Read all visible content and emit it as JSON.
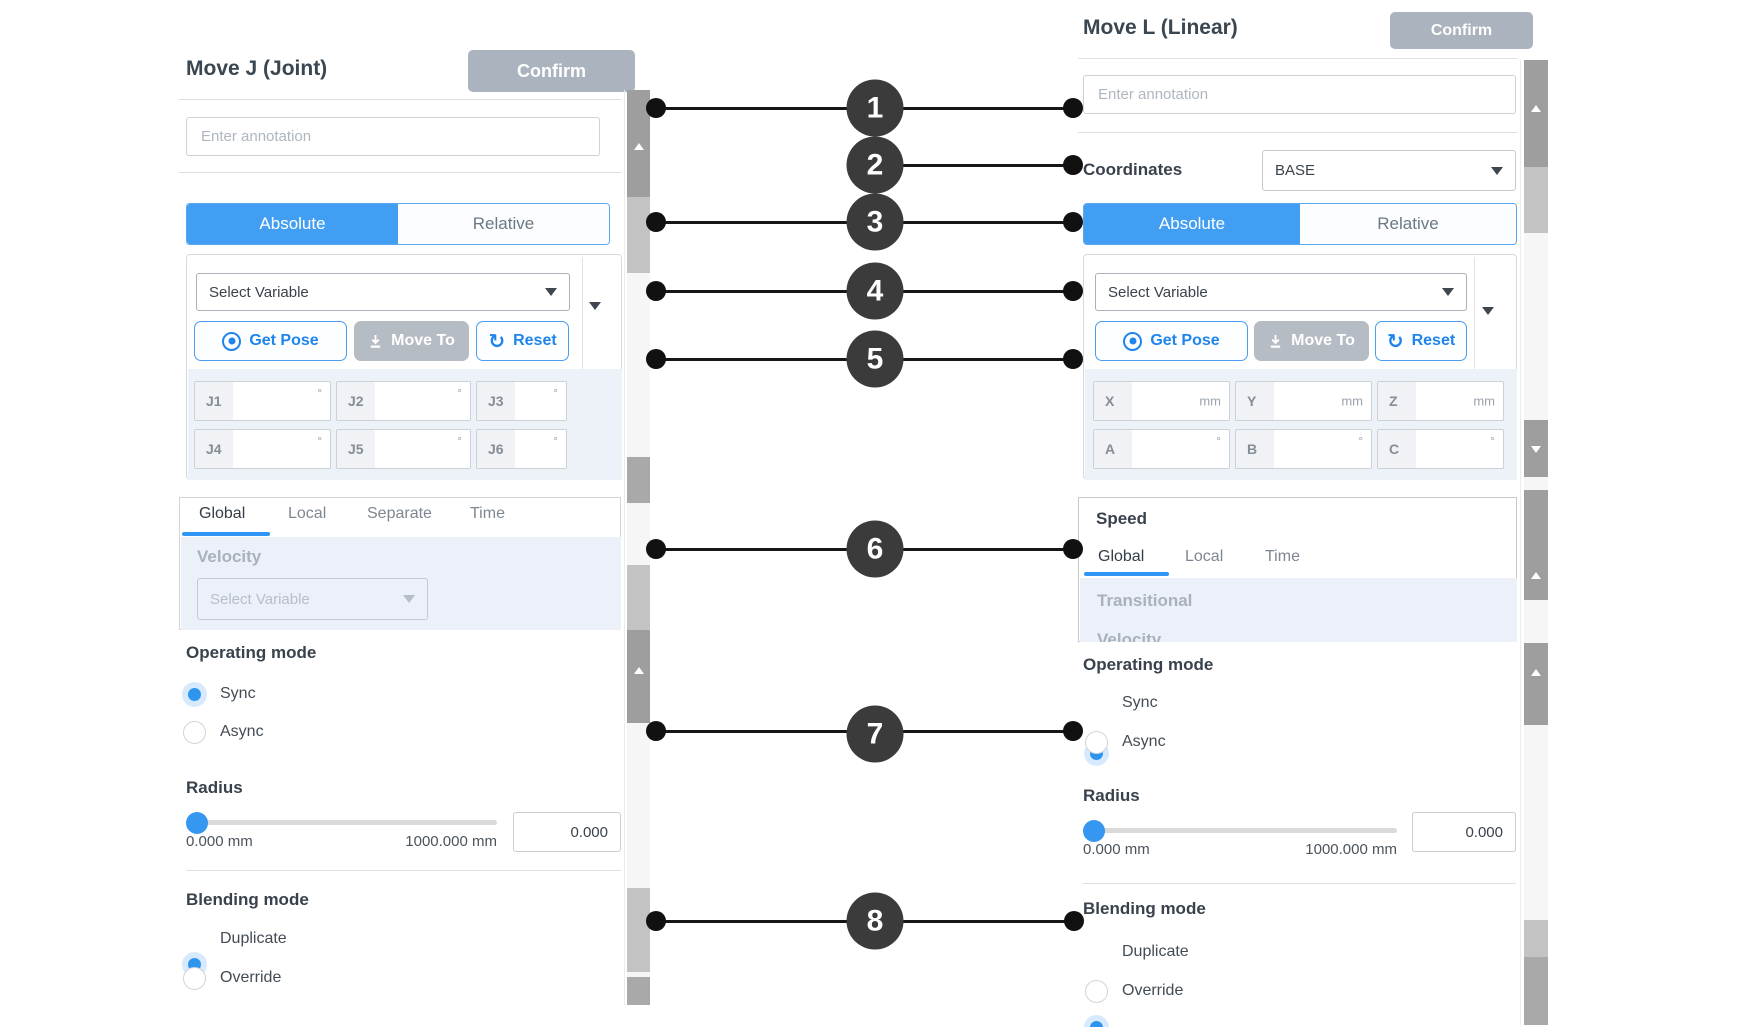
{
  "callouts": [
    "1",
    "2",
    "3",
    "4",
    "5",
    "6",
    "7",
    "8"
  ],
  "colors": {
    "accent_blue": "#429ef2",
    "button_blue": "#1f85ec",
    "callout_dark": "#3b3b3b",
    "confirm_gray": "#abb4be",
    "radio_blue": "#2e95ef"
  },
  "left": {
    "title": "Move J (Joint)",
    "confirm": "Confirm",
    "annotation_placeholder": "Enter annotation",
    "tab_absolute": "Absolute",
    "tab_relative": "Relative",
    "select_variable": "Select Variable",
    "get_pose": "Get Pose",
    "move_to": "Move To",
    "reset": "Reset",
    "joints": [
      {
        "label": "J1",
        "unit": "°"
      },
      {
        "label": "J2",
        "unit": "°"
      },
      {
        "label": "J3",
        "unit": "°"
      },
      {
        "label": "J4",
        "unit": "°"
      },
      {
        "label": "J5",
        "unit": "°"
      },
      {
        "label": "J6",
        "unit": "°"
      }
    ],
    "speed_tabs": [
      "Global",
      "Local",
      "Separate",
      "Time"
    ],
    "velocity_heading": "Velocity",
    "velocity_placeholder": "Select Variable",
    "operating_heading": "Operating mode",
    "sync": "Sync",
    "async": "Async",
    "radius_heading": "Radius",
    "radius_min": "0.000 mm",
    "radius_max": "1000.000 mm",
    "radius_value": "0.000",
    "blending_heading": "Blending mode",
    "duplicate": "Duplicate",
    "override": "Override"
  },
  "right": {
    "title": "Move L (Linear)",
    "confirm": "Confirm",
    "annotation_placeholder": "Enter annotation",
    "coordinates_label": "Coordinates",
    "coordinates_value": "BASE",
    "tab_absolute": "Absolute",
    "tab_relative": "Relative",
    "select_variable": "Select Variable",
    "get_pose": "Get Pose",
    "move_to": "Move To",
    "reset": "Reset",
    "axes": [
      {
        "label": "X",
        "unit": "mm"
      },
      {
        "label": "Y",
        "unit": "mm"
      },
      {
        "label": "Z",
        "unit": "mm"
      },
      {
        "label": "A",
        "unit": "°"
      },
      {
        "label": "B",
        "unit": "°"
      },
      {
        "label": "C",
        "unit": "°"
      }
    ],
    "speed_heading": "Speed",
    "speed_tabs": [
      "Global",
      "Local",
      "Time"
    ],
    "transitional_heading": "Transitional",
    "clipped_heading": "Velocity",
    "operating_heading": "Operating mode",
    "sync": "Sync",
    "async": "Async",
    "radius_heading": "Radius",
    "radius_min": "0.000 mm",
    "radius_max": "1000.000 mm",
    "radius_value": "0.000",
    "blending_heading": "Blending mode",
    "duplicate": "Duplicate",
    "override": "Override"
  }
}
